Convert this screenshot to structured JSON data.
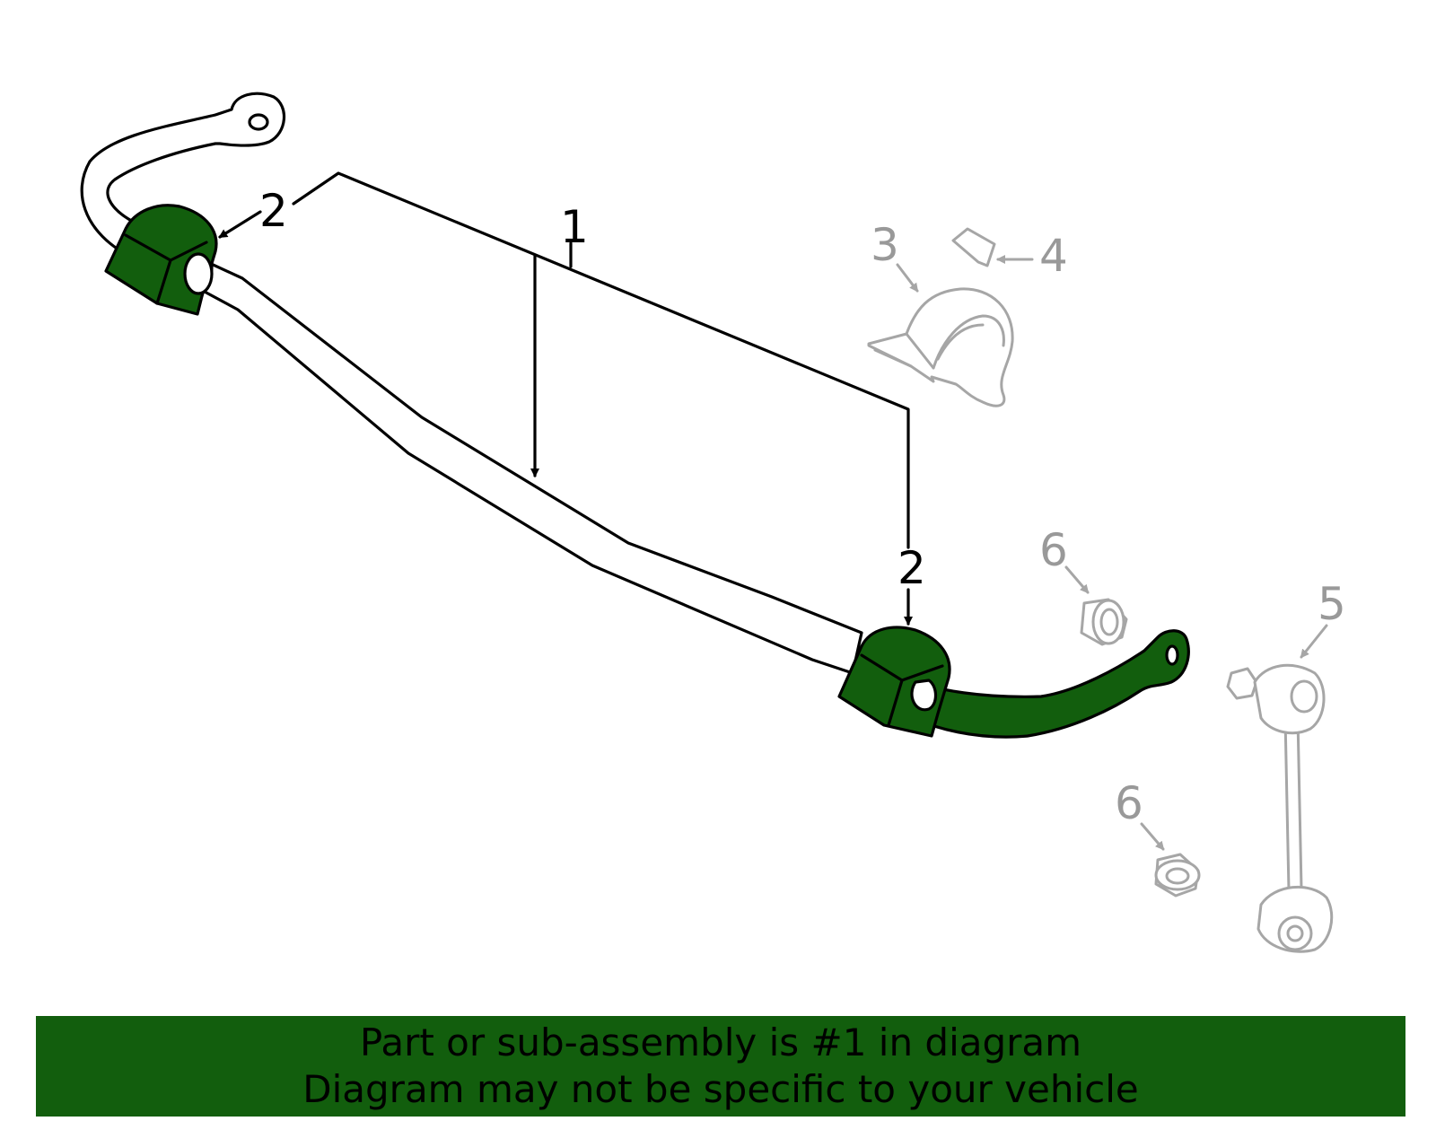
{
  "colors": {
    "highlight": "#125e0d",
    "line": "#000000",
    "muted": "#a6a6a6",
    "muted_label": "#999999",
    "background": "#ffffff"
  },
  "callouts": {
    "c1": "1",
    "c2a": "2",
    "c2b": "2",
    "c3": "3",
    "c4": "4",
    "c5": "5",
    "c6a": "6",
    "c6b": "6"
  },
  "banner": {
    "line1": "Part or sub-assembly is #1 in diagram",
    "line2": "Diagram may not be specific to your vehicle"
  }
}
